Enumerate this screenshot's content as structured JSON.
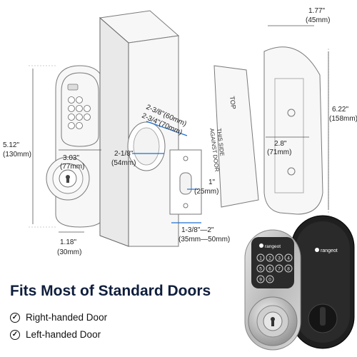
{
  "headline": "Fits Most of Standard Doors",
  "features": [
    {
      "label": "Right-handed Door"
    },
    {
      "label": "Left-handed Door"
    }
  ],
  "dimensions": {
    "height_lock": [
      "5.12\"",
      "(130mm)"
    ],
    "width_lock": [
      "3.03\"",
      "(77mm)"
    ],
    "depth_lock": [
      "1.18\"",
      "(30mm)"
    ],
    "backset": [
      "2-3/8\"(60mm)",
      "2-3/4\"(70mm)"
    ],
    "bore": [
      "2-1/8\"",
      "(54mm)"
    ],
    "bolt_hole": [
      "1\"",
      "(25mm)"
    ],
    "door_thickness": [
      "1-3/8\"—2\"",
      "(35mm—50mm)"
    ],
    "plate_height": [
      "6.22\"",
      "(158mm)"
    ],
    "plate_top_width": [
      "1.77\"",
      "(45mm)"
    ],
    "plate_width": [
      "2.8\"",
      "(71mm)"
    ]
  },
  "template_text": {
    "top_label": "TOP",
    "side_label": [
      "THIS SIDE",
      "AGAINST DOOR"
    ]
  },
  "brand": "rangeot",
  "keypad": [
    "1",
    "2",
    "3",
    "4",
    "5",
    "6",
    "7",
    "8",
    "9",
    "0"
  ]
}
